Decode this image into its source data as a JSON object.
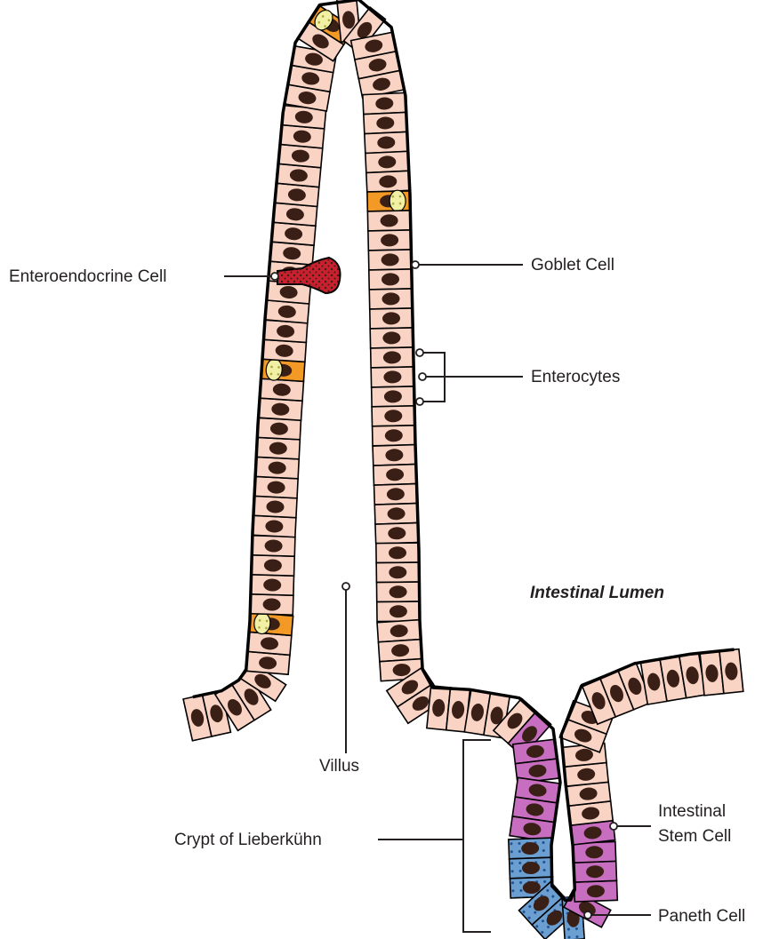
{
  "diagram": {
    "labels": {
      "enteroendocrine": "Enteroendocrine Cell",
      "goblet": "Goblet Cell",
      "enterocytes": "Enterocytes",
      "lumen": "Intestinal Lumen",
      "villus": "Villus",
      "crypt": "Crypt of Lieberkühn",
      "stem_line1": "Intestinal",
      "stem_line2": "Stem Cell",
      "paneth": "Paneth Cell"
    },
    "colors": {
      "enterocyte": "#f9d3c3",
      "nucleus": "#3a1f16",
      "goblet_cell": "#f39a26",
      "goblet_mucus": "#f2f0a4",
      "enteroendocrine": "#c8202f",
      "stem_cell": "#c86ec0",
      "paneth_cell": "#6b9fd1",
      "outline": "#000000"
    }
  }
}
